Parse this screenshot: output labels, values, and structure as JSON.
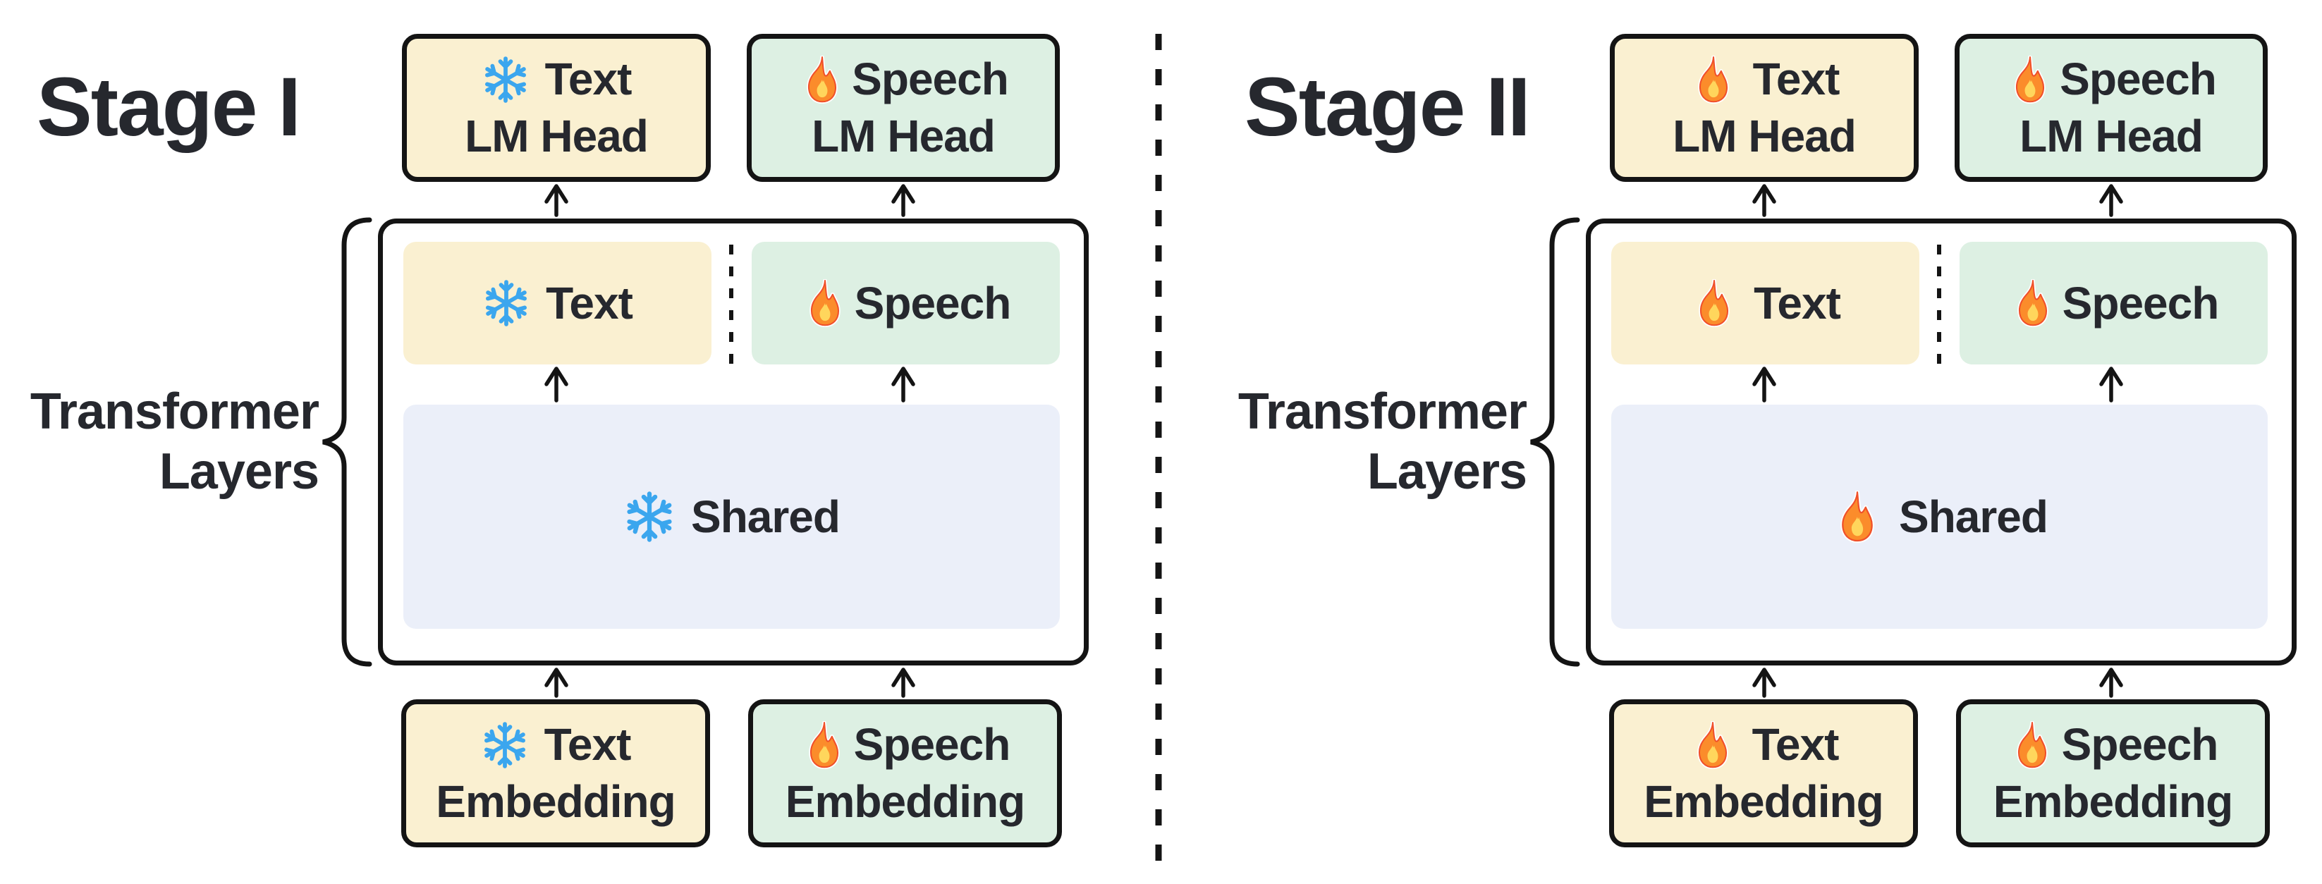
{
  "colors": {
    "cream": "#FAF0D1",
    "mint": "#DDF0E3",
    "lavender": "#EBEFF9",
    "outline": "#141414",
    "text": "#26282E",
    "snowflake_blue": "#3BA6EE",
    "fire_orange": "#FB8C2B",
    "fire_rim_red": "#F0502A",
    "fire_core_yellow": "#FFD65C"
  },
  "brace_label": {
    "line1": "Transformer",
    "line2": "Layers"
  },
  "stages": [
    {
      "title": "Stage I",
      "lm_heads": [
        {
          "icon": "snowflake",
          "line1": "Text",
          "line2": "LM Head"
        },
        {
          "icon": "fire",
          "line1": "Speech",
          "line2": "LM Head"
        }
      ],
      "adapters": [
        {
          "icon": "snowflake",
          "label": "Text"
        },
        {
          "icon": "fire",
          "label": "Speech"
        }
      ],
      "shared": {
        "icon": "snowflake",
        "label": "Shared"
      },
      "embeddings": [
        {
          "icon": "snowflake",
          "line1": "Text",
          "line2": "Embedding"
        },
        {
          "icon": "fire",
          "line1": "Speech",
          "line2": "Embedding"
        }
      ]
    },
    {
      "title": "Stage II",
      "lm_heads": [
        {
          "icon": "fire",
          "line1": "Text",
          "line2": "LM Head"
        },
        {
          "icon": "fire",
          "line1": "Speech",
          "line2": "LM Head"
        }
      ],
      "adapters": [
        {
          "icon": "fire",
          "label": "Text"
        },
        {
          "icon": "fire",
          "label": "Speech"
        }
      ],
      "shared": {
        "icon": "fire",
        "label": "Shared"
      },
      "embeddings": [
        {
          "icon": "fire",
          "line1": "Text",
          "line2": "Embedding"
        },
        {
          "icon": "fire",
          "line1": "Speech",
          "line2": "Embedding"
        }
      ]
    }
  ]
}
